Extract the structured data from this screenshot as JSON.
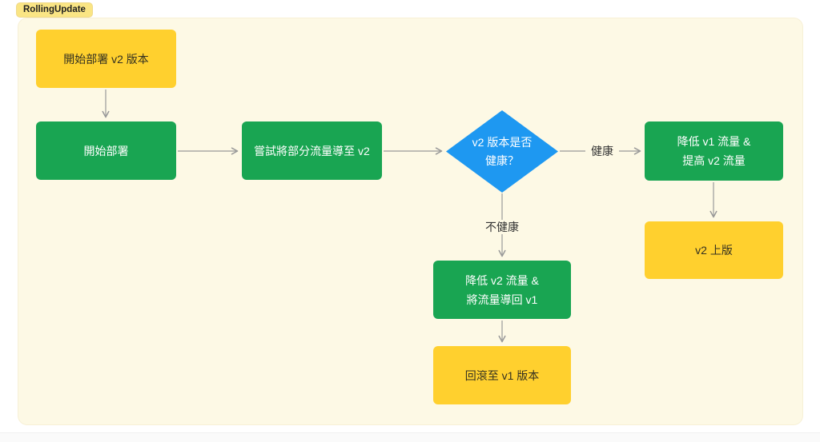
{
  "tag": "RollingUpdate",
  "colors": {
    "page_bg": "#FFFFFF",
    "panel_bg": "#FDF9E5",
    "node_yellow": "#FFD02E",
    "node_green": "#19A552",
    "node_blue": "#1E98F1",
    "arrow_gray": "#999999",
    "yellow_text": "#333021",
    "green_text": "#FFFFFF",
    "edge_label_text": "#333333",
    "badge_bg": "#FAE584"
  },
  "nodes": {
    "start_v2": {
      "label": "開始部署 v2 版本"
    },
    "start_deploy": {
      "label": "開始部署"
    },
    "route_partial": {
      "label": "嘗試將部分流量導至 v2"
    },
    "decision": {
      "line1": "v2 版本是否",
      "line2": "健康？"
    },
    "lower_v1": {
      "line1": "降低 v1 流量 &",
      "line2": "提高 v2 流量"
    },
    "v2_release": {
      "label": "v2 上版"
    },
    "lower_v2": {
      "line1": "降低 v2 流量 &",
      "line2": "將流量導回 v1"
    },
    "rollback": {
      "label": "回滾至 v1 版本"
    }
  },
  "edge_labels": {
    "healthy": "健康",
    "unhealthy": "不健康"
  }
}
